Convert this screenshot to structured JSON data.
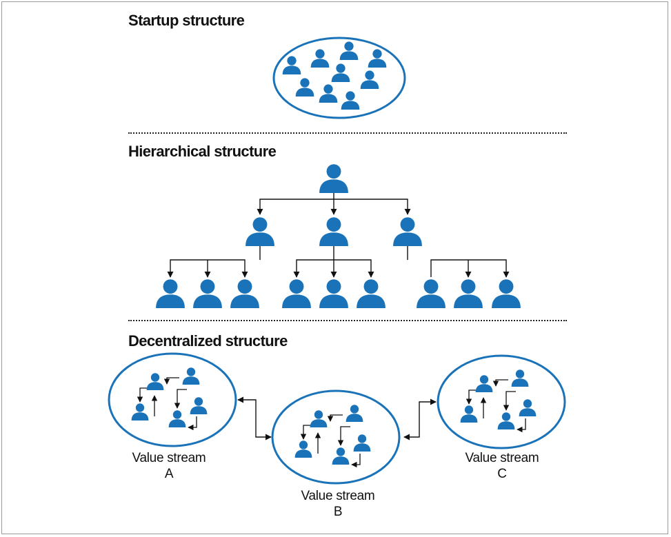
{
  "titles": {
    "startup": "Startup structure",
    "hierarchical": "Hierarchical structure",
    "decentralized": "Decentralized structure"
  },
  "value_streams": [
    {
      "label": "Value stream",
      "letter": "A"
    },
    {
      "label": "Value stream",
      "letter": "B"
    },
    {
      "label": "Value stream",
      "letter": "C"
    }
  ],
  "colors": {
    "person": "#1a73b8",
    "ellipse_stroke": "#1a73b8",
    "connector": "#111111"
  },
  "icon": "person-icon"
}
